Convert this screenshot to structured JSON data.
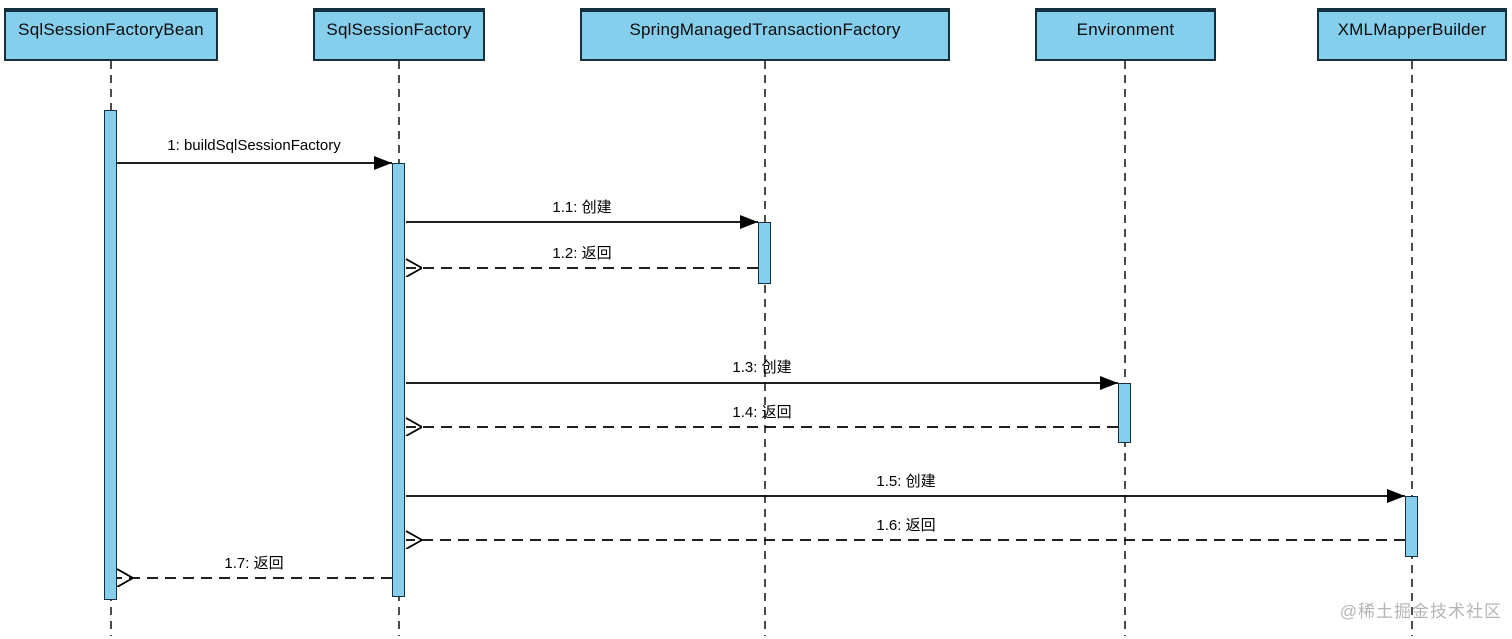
{
  "diagram_type": "uml-sequence",
  "colors": {
    "background": "#ffffff",
    "actor_fill": "#85ceec",
    "actor_border": "#14303d",
    "line": "#000000",
    "watermark_text": "#b5b5b5"
  },
  "actors": [
    {
      "name": "SqlSessionFactoryBean"
    },
    {
      "name": "SqlSessionFactory"
    },
    {
      "name": "SpringManagedTransactionFactory"
    },
    {
      "name": "Environment"
    },
    {
      "name": "XMLMapperBuilder"
    }
  ],
  "messages": [
    {
      "id": "1",
      "label": "1: buildSqlSessionFactory",
      "from": "SqlSessionFactoryBean",
      "to": "SqlSessionFactory",
      "type": "call"
    },
    {
      "id": "1.1",
      "label": "1.1: 创建",
      "from": "SqlSessionFactory",
      "to": "SpringManagedTransactionFactory",
      "type": "call"
    },
    {
      "id": "1.2",
      "label": "1.2: 返回",
      "from": "SpringManagedTransactionFactory",
      "to": "SqlSessionFactory",
      "type": "return"
    },
    {
      "id": "1.3",
      "label": "1.3: 创建",
      "from": "SqlSessionFactory",
      "to": "Environment",
      "type": "call"
    },
    {
      "id": "1.4",
      "label": "1.4: 返回",
      "from": "Environment",
      "to": "SqlSessionFactory",
      "type": "return"
    },
    {
      "id": "1.5",
      "label": "1.5: 创建",
      "from": "SqlSessionFactory",
      "to": "XMLMapperBuilder",
      "type": "call"
    },
    {
      "id": "1.6",
      "label": "1.6: 返回",
      "from": "XMLMapperBuilder",
      "to": "SqlSessionFactory",
      "type": "return"
    },
    {
      "id": "1.7",
      "label": "1.7: 返回",
      "from": "SqlSessionFactory",
      "to": "SqlSessionFactoryBean",
      "type": "return"
    }
  ],
  "watermark": "@稀土掘金技术社区"
}
